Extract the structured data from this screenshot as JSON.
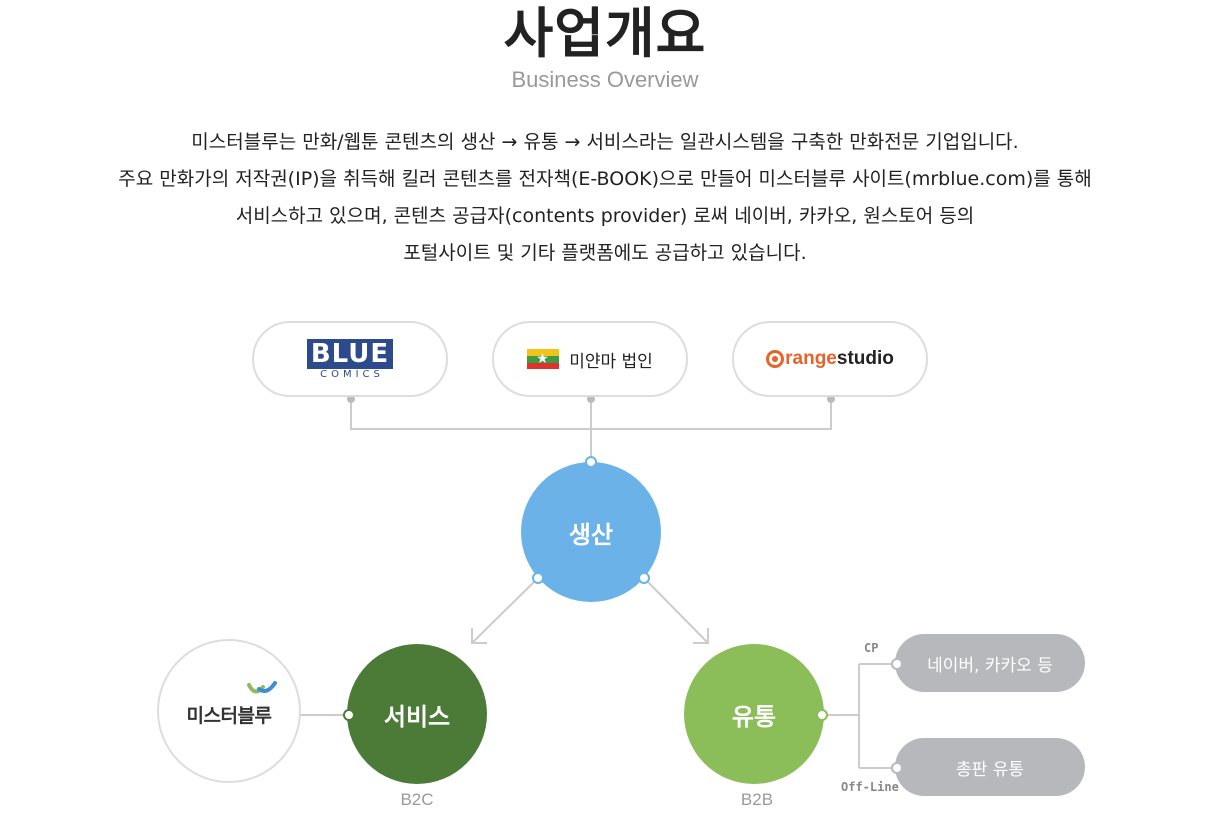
{
  "header": {
    "title": "사업개요",
    "subtitle": "Business Overview"
  },
  "description": {
    "lines": [
      "미스터블루는 만화/웹툰 콘텐츠의 생산 → 유통 → 서비스라는 일관시스템을 구축한 만화전문 기업입니다.",
      "주요 만화가의 저작권(IP)을 취득해 킬러 콘텐츠를 전자책(E-BOOK)으로 만들어 미스터블루 사이트(mrblue.com)를 통해",
      "서비스하고 있으며, 콘텐츠 공급자(contents provider) 로써 네이버, 카카오, 원스토어 등의",
      "포털사이트 및 기타 플랫폼에도 공급하고 있습니다."
    ]
  },
  "partners": {
    "blue_comics": {
      "word": "BLUE",
      "sub": "COMICS",
      "color": "#2d4a8c"
    },
    "myanmar": {
      "label": "미얀마 법인",
      "flag_colors": [
        "#f3c318",
        "#3c9c41",
        "#e0322b"
      ]
    },
    "orange_studio": {
      "o": "range",
      "studio": "studio",
      "color": "#e8632a"
    }
  },
  "flow": {
    "produce": "생산",
    "service": "서비스",
    "distribution": "유통",
    "brand": "미스터블루",
    "b2c": "B2C",
    "b2b": "B2B",
    "cp_label": "CP",
    "offline_label": "Off-Line",
    "cp_target": "네이버, 카카오 등",
    "offline_target": "총판 유통"
  },
  "colors": {
    "produce": "#6ab2e8",
    "service": "#4c7a37",
    "distribution": "#8bbd59",
    "line": "#cccccc",
    "gray_pill": "#b7b8bc"
  }
}
